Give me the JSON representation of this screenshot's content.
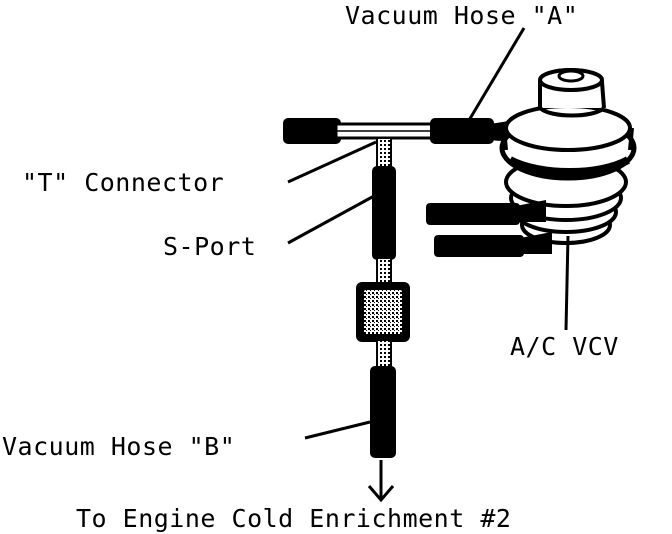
{
  "labels": {
    "vacuum_hose_a": "Vacuum Hose \"A\"",
    "t_connector": "\"T\" Connector",
    "s_port": "S-Port",
    "ac_vcv": "A/C VCV",
    "vacuum_hose_b": "Vacuum Hose \"B\"",
    "destination": "To Engine Cold Enrichment #2"
  },
  "colors": {
    "ink": "#000000",
    "paper": "#ffffff"
  }
}
